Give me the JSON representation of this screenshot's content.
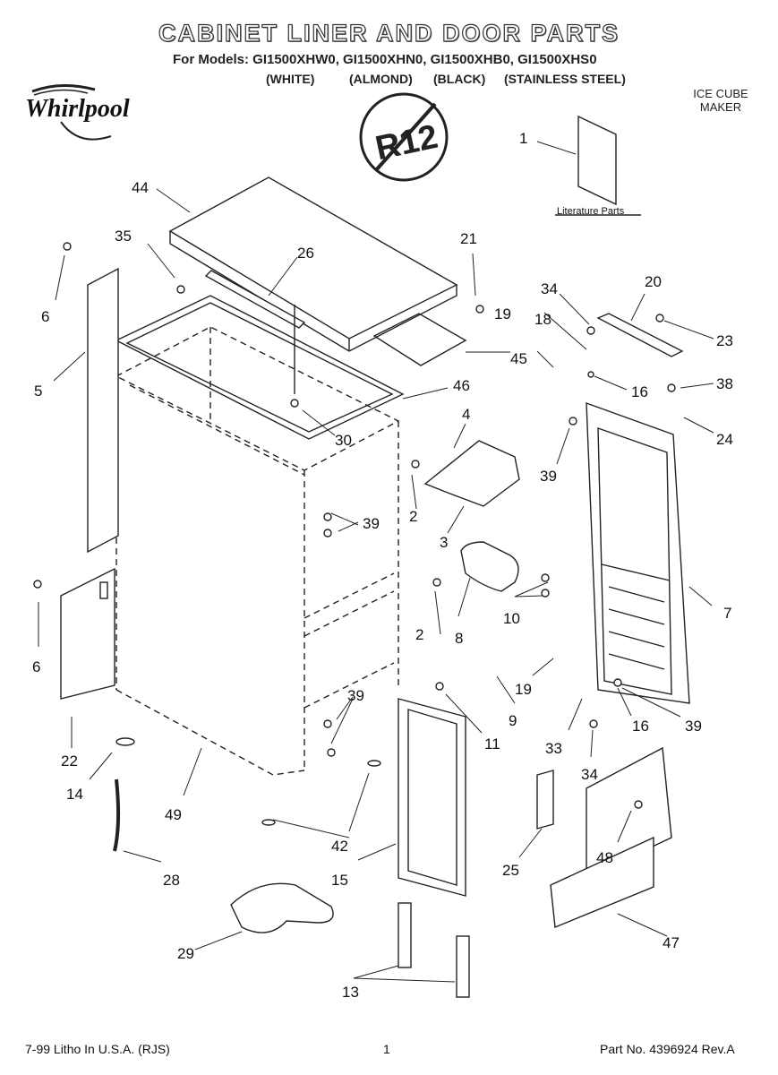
{
  "header": {
    "title": "CABINET LINER AND DOOR PARTS",
    "models_line": "For Models: GI1500XHW0, GI1500XHN0, GI1500XHB0, GI1500XHS0",
    "color_labels": [
      "(WHITE)",
      "(ALMOND)",
      "(BLACK)",
      "(STAINLESS STEEL)"
    ],
    "brand": "Whirlpool",
    "subtitle": "ICE CUBE MAKER",
    "badge_text": "R12"
  },
  "diagram": {
    "literature_label": "Literature Parts",
    "part_numbers": [
      "1",
      "2",
      "2",
      "3",
      "4",
      "5",
      "6",
      "6",
      "7",
      "8",
      "9",
      "10",
      "11",
      "13",
      "14",
      "15",
      "16",
      "16",
      "18",
      "19",
      "19",
      "20",
      "21",
      "22",
      "23",
      "24",
      "25",
      "26",
      "28",
      "29",
      "30",
      "33",
      "34",
      "34",
      "35",
      "38",
      "39",
      "39",
      "39",
      "39",
      "42",
      "44",
      "45",
      "46",
      "47",
      "48",
      "49"
    ]
  },
  "footer": {
    "left": "7-99 Litho In U.S.A. (RJS)",
    "center": "1",
    "right": "Part No. 4396924 Rev.A"
  }
}
